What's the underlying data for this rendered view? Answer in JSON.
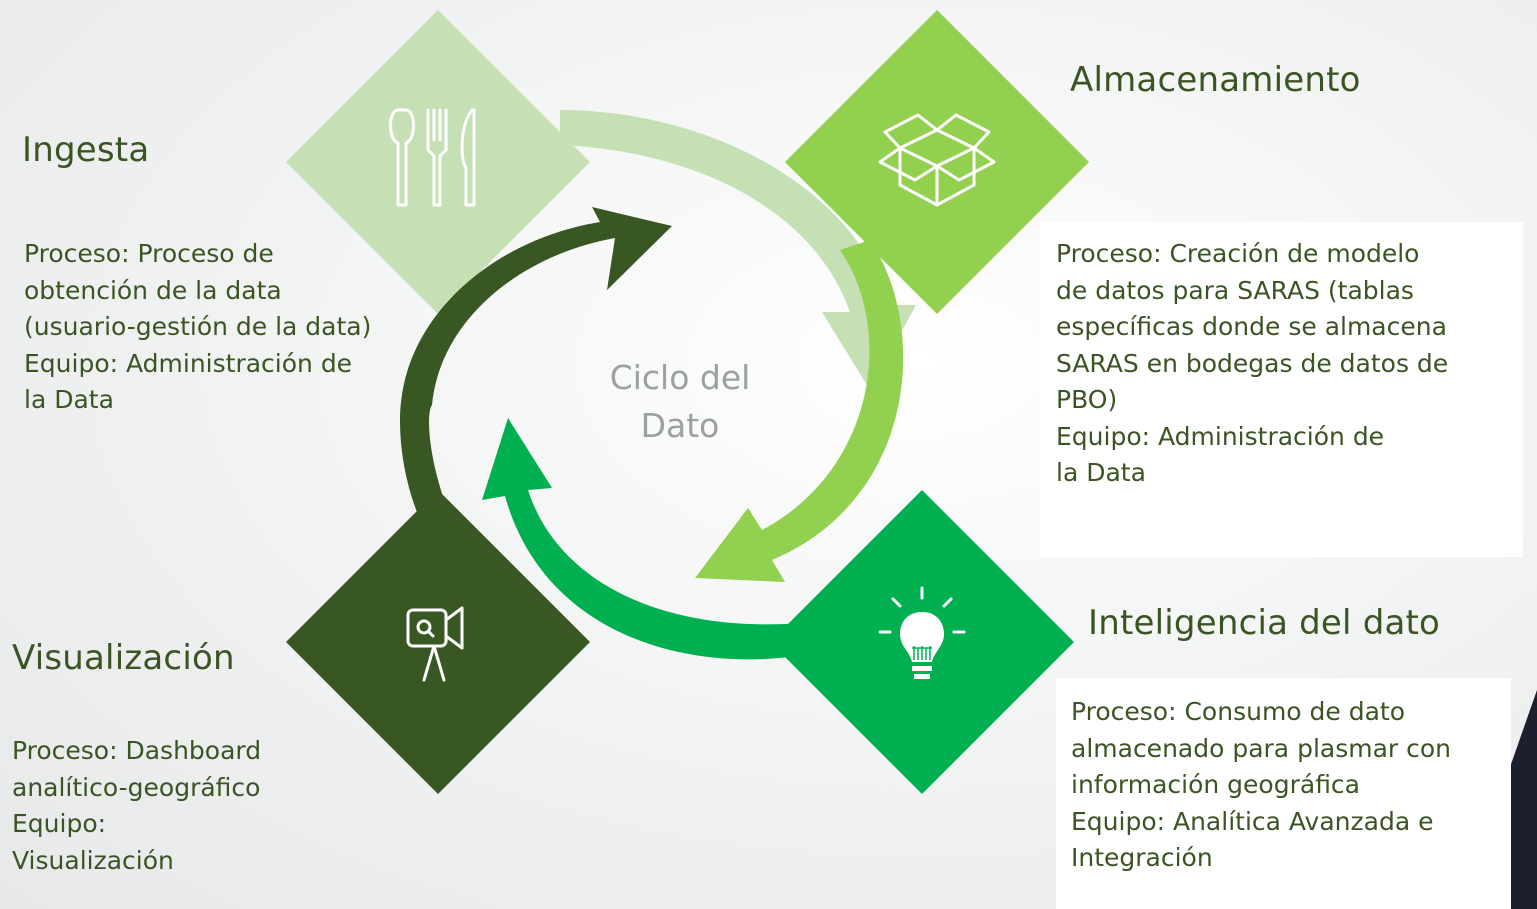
{
  "center": {
    "line1": "Ciclo del",
    "line2": "Dato"
  },
  "stages": {
    "ingesta": {
      "title": "Ingesta",
      "icon": "utensils-icon",
      "lines": [
        "Proceso: Proceso de",
        "obtención de la data",
        "(usuario-gestión de la data)",
        "Equipo: Administración de",
        "la Data"
      ]
    },
    "almacenamiento": {
      "title": "Almacenamiento",
      "icon": "open-box-icon",
      "lines": [
        "Proceso: Creación de modelo",
        "de datos para SARAS (tablas",
        "específicas donde se almacena",
        "SARAS en bodegas de datos de",
        "PBO)",
        "Equipo: Administración de",
        "la Data"
      ]
    },
    "inteligencia": {
      "title": "Inteligencia del dato",
      "icon": "lightbulb-icon",
      "lines": [
        "Proceso: Consumo de dato",
        "almacenado para plasmar con",
        "información geográfica",
        "Equipo: Analítica Avanzada e",
        "Integración"
      ]
    },
    "visualizacion": {
      "title": "Visualización",
      "icon": "video-camera-icon",
      "lines": [
        "Proceso: Dashboard",
        "analítico-geográfico",
        "Equipo:",
        "Visualización"
      ]
    }
  },
  "colors": {
    "ingesta": "#c5e0b4",
    "almacenamiento": "#92d050",
    "inteligencia": "#00b050",
    "visualizacion": "#385723",
    "text": "#3b5423",
    "center_text": "#9aa0a3"
  }
}
